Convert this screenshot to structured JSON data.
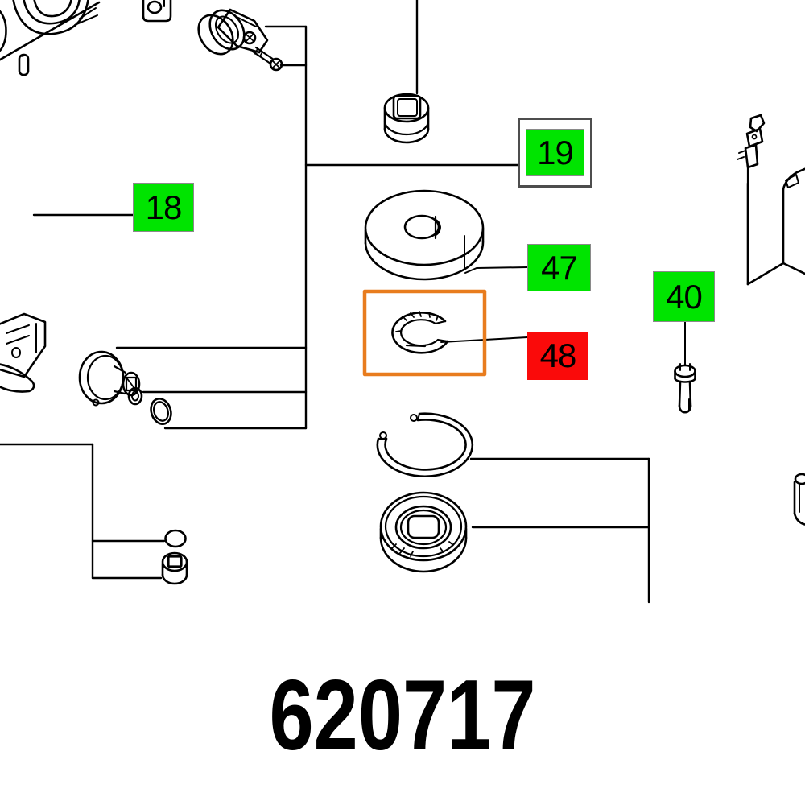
{
  "diagram": {
    "part_number": "620717",
    "colors": {
      "background": "#ffffff",
      "label_green": "#00e400",
      "label_red": "#fa0a0a",
      "highlight_orange": "#e87c1e",
      "selected_frame_gray": "#4d4d4d",
      "line_color": "#000000"
    },
    "callouts": [
      {
        "id": "18",
        "label": "18",
        "style": "green"
      },
      {
        "id": "19",
        "label": "19",
        "style": "green",
        "framed": true
      },
      {
        "id": "47",
        "label": "47",
        "style": "green"
      },
      {
        "id": "48",
        "label": "48",
        "style": "red",
        "highlighted": true
      },
      {
        "id": "40",
        "label": "40",
        "style": "green"
      }
    ]
  }
}
